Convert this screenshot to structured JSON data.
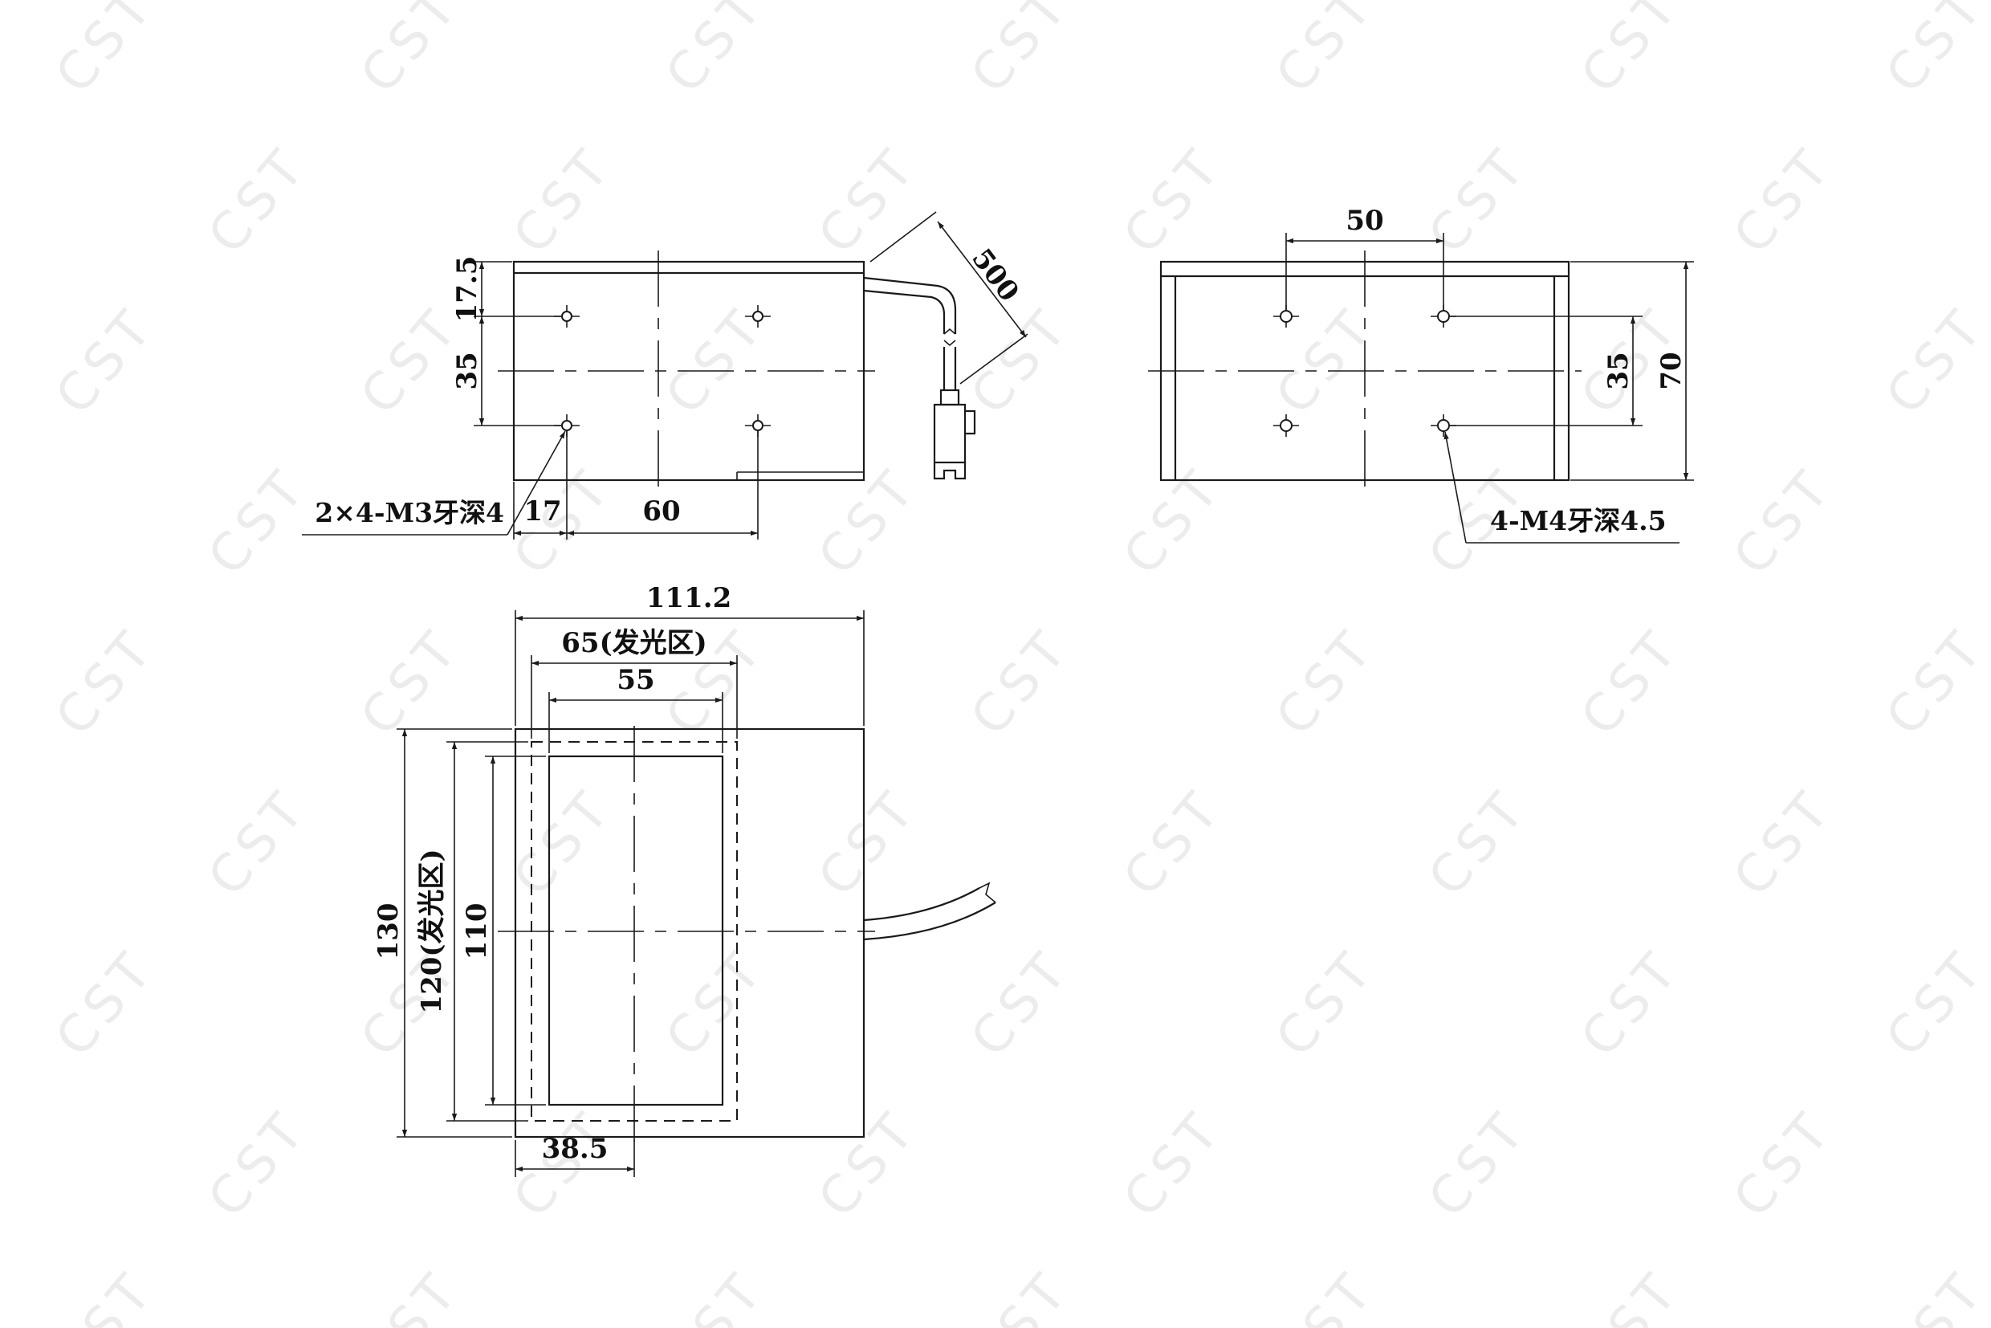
{
  "watermark": {
    "text": "CST"
  },
  "front_view": {
    "dim_pitch_v": "35",
    "dim_edge_v": "17.5",
    "dim_edge_h": "17",
    "dim_pitch_h": "60",
    "dim_cable": "500",
    "callout": "2×4-M3牙深4"
  },
  "side_view": {
    "dim_pitch_h": "50",
    "dim_pitch_v": "35",
    "dim_height": "70",
    "callout": "4-M4牙深4.5"
  },
  "top_view": {
    "dim_width": "111.2",
    "dim_emit_w": "65(发光区)",
    "dim_window_w": "55",
    "dim_height": "130",
    "dim_emit_h": "120(发光区)",
    "dim_window_h": "110",
    "dim_offset": "38.5"
  }
}
